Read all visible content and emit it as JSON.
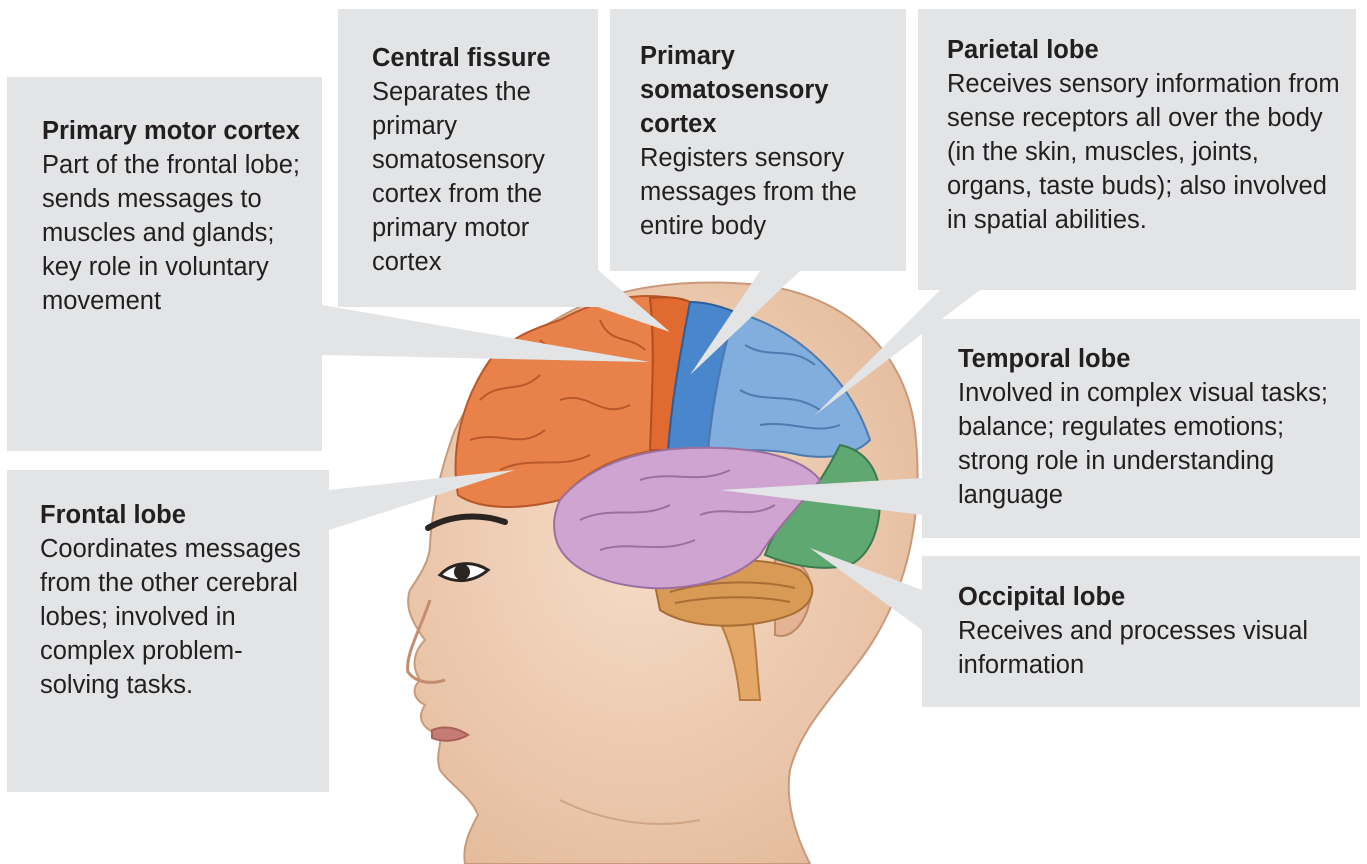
{
  "labels": {
    "primary_motor": {
      "title": "Primary motor cortex",
      "description": "Part of the frontal lobe; sends messages to muscles and glands; key role in voluntary movement"
    },
    "frontal": {
      "title": "Frontal lobe",
      "description": "Coordinates messages from the other cerebral lobes; involved in complex problem-solving tasks."
    },
    "central_fissure": {
      "title": "Central fissure",
      "description": "Separates the primary somatosensory cortex from the primary motor cortex"
    },
    "somatosensory": {
      "title": "Primary somatosensory cortex",
      "description": "Registers sensory messages from the entire body"
    },
    "parietal": {
      "title": "Parietal lobe",
      "description": "Receives sensory information from sense receptors all over the body (in the skin, muscles, joints, organs, taste buds); also involved in spatial abilities."
    },
    "temporal": {
      "title": "Temporal lobe",
      "description": "Involved in complex visual tasks; balance; regulates emotions; strong role in understanding language"
    },
    "occipital": {
      "title": "Occipital lobe",
      "description": "Receives and processes visual information"
    }
  },
  "colors": {
    "label_box": "#e3e4e6",
    "skin": "#efcdb3",
    "frontal_lobe": "#e8824a",
    "motor_strip": "#e06a2f",
    "somatosensory_strip": "#4a86cc",
    "parietal_lobe": "#82aedd",
    "temporal_lobe": "#cfa4d0",
    "occipital_lobe": "#5fa872",
    "cerebellum": "#d99a55"
  }
}
